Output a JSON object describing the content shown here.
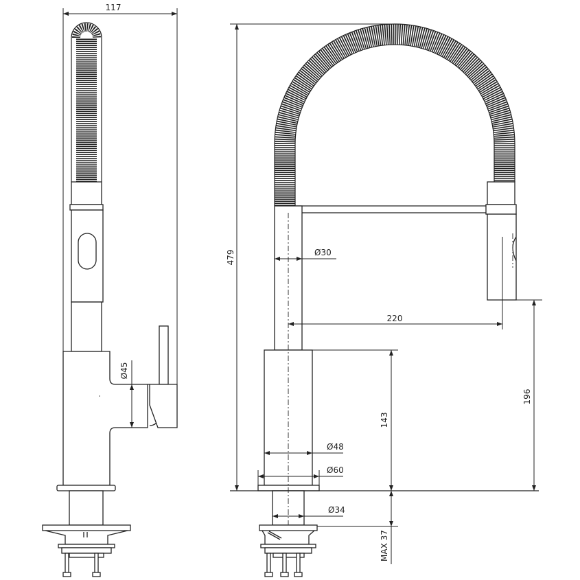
{
  "side_view": {
    "width_dim": "117",
    "handle_dia": "Ø45"
  },
  "front_view": {
    "height_dim": "479",
    "hose_dia": "Ø30",
    "reach_dim": "220",
    "spout_height_dim": "196",
    "body_height_dim": "143",
    "body_dia": "Ø48",
    "base_dia": "Ø60",
    "shank_dia": "Ø34",
    "max_thickness_dim": "MAX 37"
  }
}
